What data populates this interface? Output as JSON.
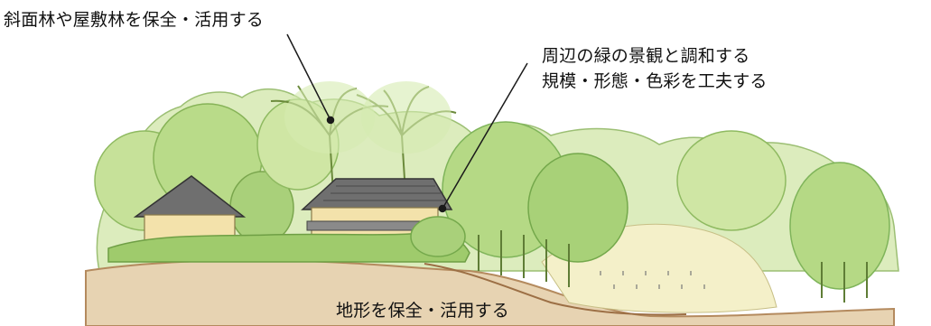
{
  "annotations": {
    "forest_label": "斜面林や屋敷林を保全・活用する",
    "harmony_label": [
      "周辺の緑の景観と調和する",
      "規模・形態・色彩を工夫する"
    ],
    "terrain_label": "地形を保全・活用する"
  },
  "colors": {
    "foliage_light": "#cfe6a4",
    "foliage_mid": "#a9d07a",
    "foliage_dark": "#7fb45a",
    "roof": "#6f6f6f",
    "house_wall": "#f3e2ab",
    "ground": "#c9a47a",
    "field": "#f3efc6",
    "ink": "#1a1a1a"
  }
}
